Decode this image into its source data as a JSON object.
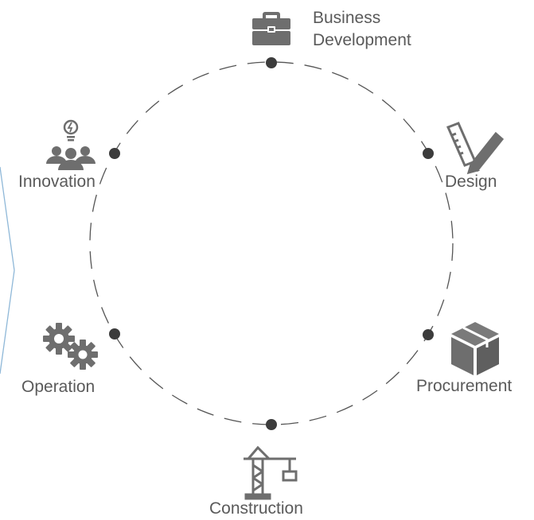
{
  "stages": [
    {
      "id": "business-development",
      "label_lines": [
        "Business",
        "Development"
      ],
      "icon": "briefcase-icon"
    },
    {
      "id": "design",
      "label_lines": [
        "Design"
      ],
      "icon": "ruler-pencil-icon"
    },
    {
      "id": "procurement",
      "label_lines": [
        "Procurement"
      ],
      "icon": "box-icon"
    },
    {
      "id": "construction",
      "label_lines": [
        "Construction"
      ],
      "icon": "crane-icon"
    },
    {
      "id": "operation",
      "label_lines": [
        "Operation"
      ],
      "icon": "gears-icon"
    },
    {
      "id": "innovation",
      "label_lines": [
        "Innovation"
      ],
      "icon": "team-idea-icon"
    }
  ],
  "colors": {
    "icon": "#6e6e6e",
    "dot": "#3c3c3c",
    "ring": "#555555",
    "accent_line": "#8fb8d8",
    "text": "#5a5a5a"
  }
}
